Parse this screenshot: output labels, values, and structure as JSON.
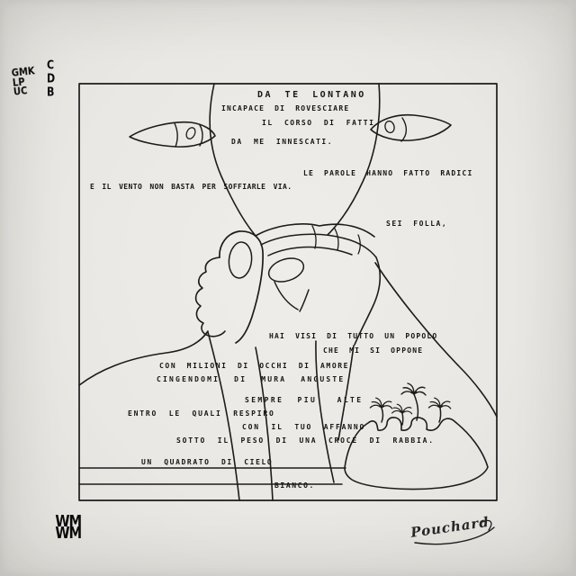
{
  "poem": [
    "DA TE LONTANO",
    "INCAPACE DI ROVESCIARE",
    "IL CORSO DI FATTI",
    "DA ME INNESCATI.",
    "LE PAROLE HANNO FATTO RADICI",
    "E IL VENTO NON BASTA PER SOFFIARLE VIA.",
    "SEI FOLLA,",
    "HAI VISI DI TUTTO UN POPOLO",
    "CHE MI SI OPPONE",
    "CON MILIONI DI OCCHI DI AMORE",
    "CINGENDOMI DI MURA ANGUSTE",
    "SEMPRE PIU' ALTE",
    "ENTRO LE QUALI RESPIRO",
    "CON IL TUO AFFANNO",
    "SOTTO IL PESO DI UNA CROCE DI RABBIA.",
    "UN QUADRATO DI CIELO",
    "BIANCO."
  ],
  "signature": {
    "text": "Pouchard"
  },
  "stamps": {
    "top_left_block": [
      "GMK",
      "LP",
      "UC"
    ],
    "top_left_column": [
      "C",
      "D",
      "B"
    ],
    "bottom_left_logo": [
      "WM",
      "WM"
    ]
  },
  "colors": {
    "ink": "#1c1c1c",
    "paper": "#eae8e4",
    "backdrop": "#e0ded9"
  }
}
